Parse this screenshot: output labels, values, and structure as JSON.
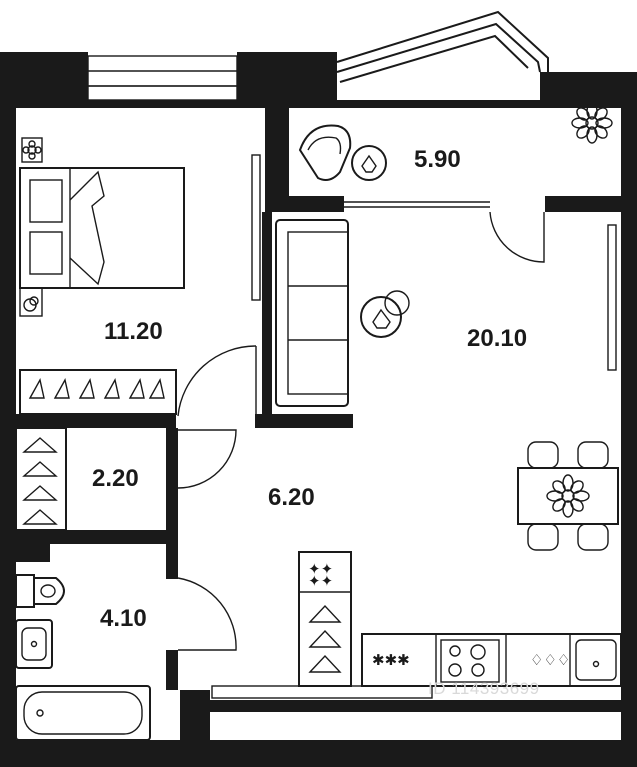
{
  "plan": {
    "rooms": [
      {
        "id": "bedroom",
        "area": "11.20"
      },
      {
        "id": "balcony",
        "area": "5.90"
      },
      {
        "id": "living",
        "area": "20.10"
      },
      {
        "id": "closet",
        "area": "2.20"
      },
      {
        "id": "hallway",
        "area": "6.20"
      },
      {
        "id": "bathroom",
        "area": "4.10"
      }
    ],
    "watermark": "ID 114393699",
    "colors": {
      "wall": "#1a1a1a",
      "floor": "#ffffff"
    },
    "icons": [
      "plant-icon",
      "armchair-icon",
      "coffee-table-icon",
      "bed-icon",
      "sofa-icon",
      "dining-table-icon",
      "hanger-icon",
      "stove-icon",
      "sink-icon",
      "toilet-icon",
      "bathtub-icon"
    ]
  }
}
